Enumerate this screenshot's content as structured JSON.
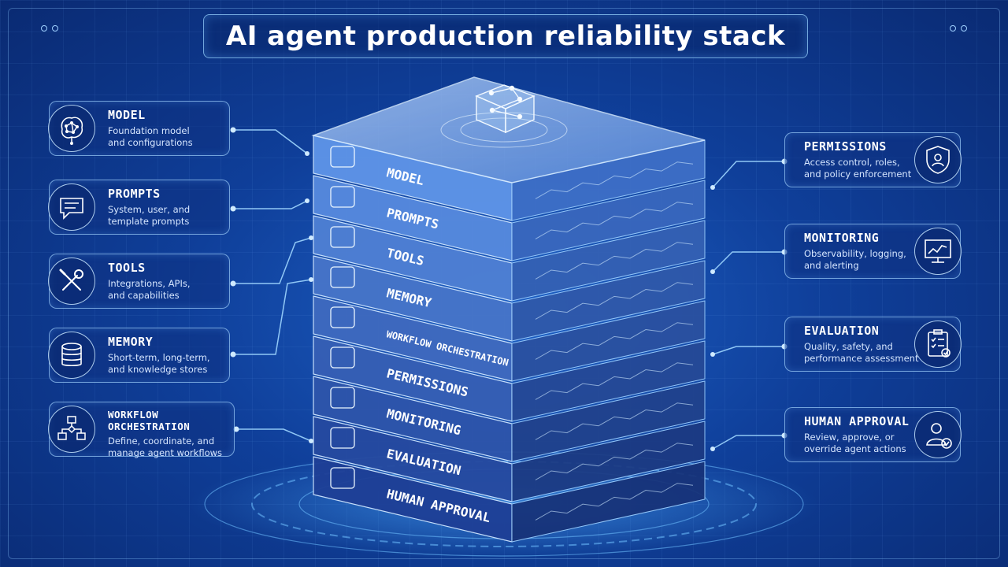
{
  "title": "AI agent production reliability stack",
  "left_cards": [
    {
      "heading": "MODEL",
      "desc1": "Foundation model",
      "desc2": "and configurations",
      "icon": "brain-network-icon"
    },
    {
      "heading": "PROMPTS",
      "desc1": "System, user, and",
      "desc2": "template prompts",
      "icon": "chat-bubble-icon"
    },
    {
      "heading": "TOOLS",
      "desc1": "Integrations, APIs,",
      "desc2": "and capabilities",
      "icon": "wrench-screwdriver-icon"
    },
    {
      "heading": "MEMORY",
      "desc1": "Short-term, long-term,",
      "desc2": "and knowledge stores",
      "icon": "database-icon"
    },
    {
      "heading": "WORKFLOW ORCHESTRATION",
      "desc1": "Define, coordinate, and",
      "desc2": "manage agent workflows",
      "icon": "flowchart-icon"
    }
  ],
  "right_cards": [
    {
      "heading": "PERMISSIONS",
      "desc1": "Access control, roles,",
      "desc2": "and policy enforcement",
      "icon": "shield-user-icon"
    },
    {
      "heading": "MONITORING",
      "desc1": "Observability, logging,",
      "desc2": "and alerting",
      "icon": "monitor-chart-icon"
    },
    {
      "heading": "EVALUATION",
      "desc1": "Quality, safety, and",
      "desc2": "performance assessment",
      "icon": "clipboard-check-icon"
    },
    {
      "heading": "HUMAN APPROVAL",
      "desc1": "Review, approve, or",
      "desc2": "override agent actions",
      "icon": "user-check-icon"
    }
  ],
  "layers": [
    "MODEL",
    "PROMPTS",
    "TOOLS",
    "MEMORY",
    "WORKFLOW ORCHESTRATION",
    "PERMISSIONS",
    "MONITORING",
    "EVALUATION",
    "HUMAN APPROVAL"
  ],
  "colors": {
    "accent": "#7fc4ff",
    "layer_top": "#5f95e8",
    "layer_bottom": "#1e3f96"
  }
}
